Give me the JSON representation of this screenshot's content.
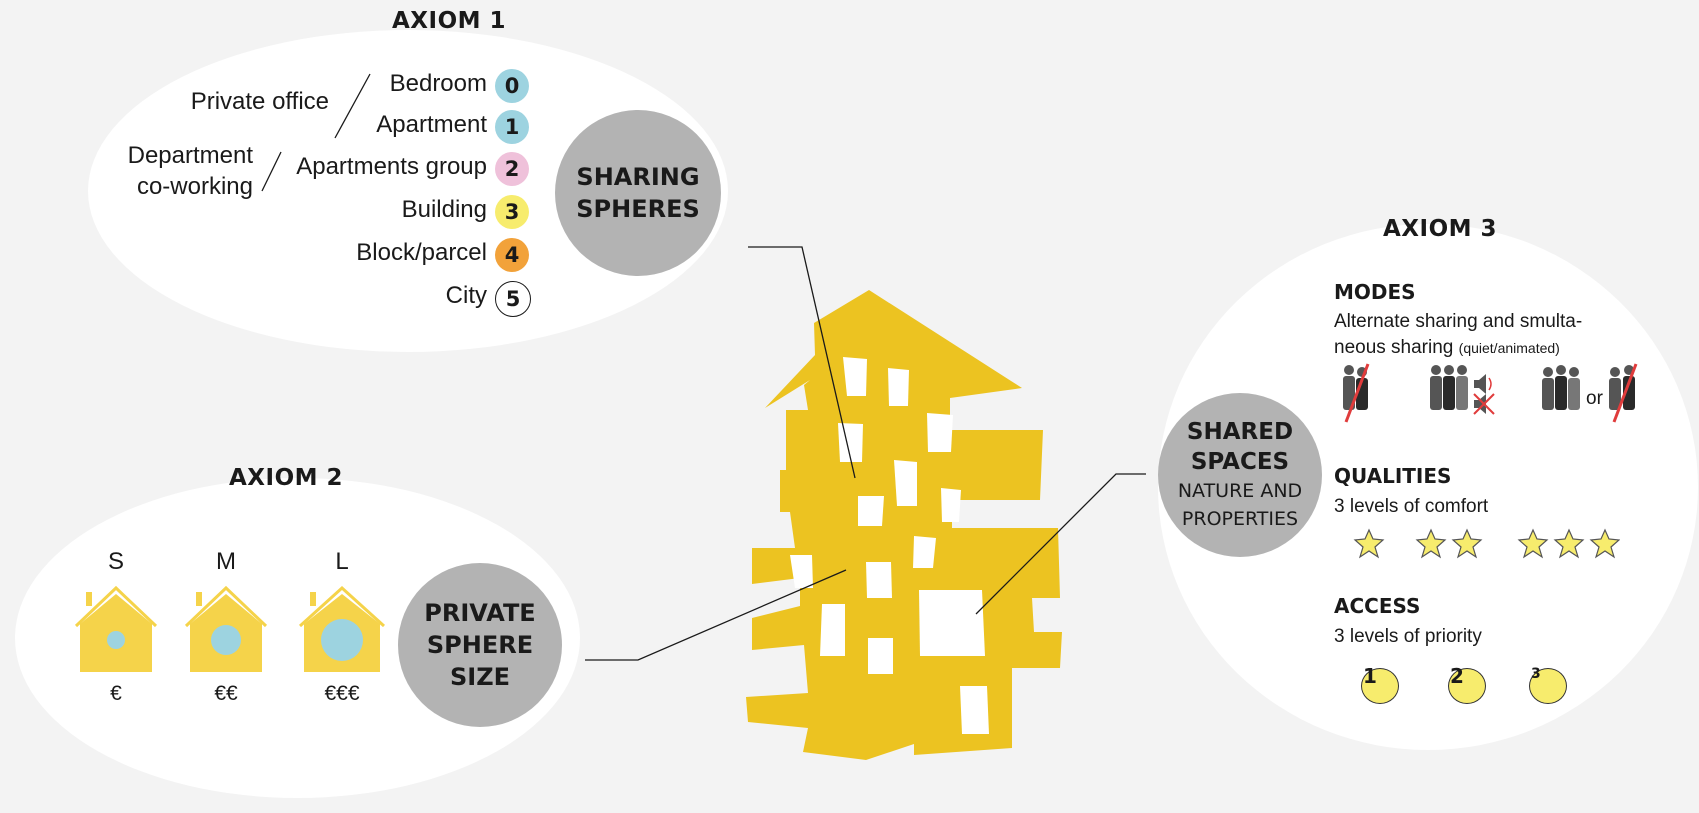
{
  "axiom1": {
    "title": "AXIOM 1",
    "circle": [
      "SHARING",
      "SPHERES"
    ],
    "levels": [
      {
        "label": "Bedroom",
        "num": "0",
        "color": "#9dd3e0"
      },
      {
        "label": "Apartment",
        "num": "1",
        "color": "#9dd3e0"
      },
      {
        "label": "Apartments group",
        "num": "2",
        "color": "#efc1da"
      },
      {
        "label": "Building",
        "num": "3",
        "color": "#f7ec6d"
      },
      {
        "label": "Block/parcel",
        "num": "4",
        "color": "#f2a23a"
      },
      {
        "label": "City",
        "num": "5",
        "color": "#ffffff"
      }
    ],
    "office": "Private office",
    "coworking": [
      "Department",
      "co-working"
    ]
  },
  "axiom2": {
    "title": "AXIOM 2",
    "circle": [
      "PRIVATE",
      "SPHERE",
      "SIZE"
    ],
    "sizes": [
      {
        "letter": "S",
        "price": "€"
      },
      {
        "letter": "M",
        "price": "€€"
      },
      {
        "letter": "L",
        "price": "€€€"
      }
    ]
  },
  "axiom3": {
    "title": "AXIOM 3",
    "circle_top": [
      "SHARED",
      "SPACES"
    ],
    "circle_bottom": [
      "NATURE AND",
      "PROPERTIES"
    ],
    "modes": {
      "head": "MODES",
      "line1": "Alternate sharing and smulta-",
      "line2": "neous sharing",
      "note": "(quiet/animated)",
      "or": "or"
    },
    "qualities": {
      "head": "QUALITIES",
      "text": "3 levels of comfort"
    },
    "access": {
      "head": "ACCESS",
      "text": "3 levels of priority",
      "levels": [
        "1",
        "2",
        "3"
      ]
    }
  },
  "colors": {
    "building": "#ecc321",
    "house": "#f5d34a",
    "window": "#ffffff",
    "grey": "#b3b3b3",
    "star": "#f7ec6d"
  }
}
